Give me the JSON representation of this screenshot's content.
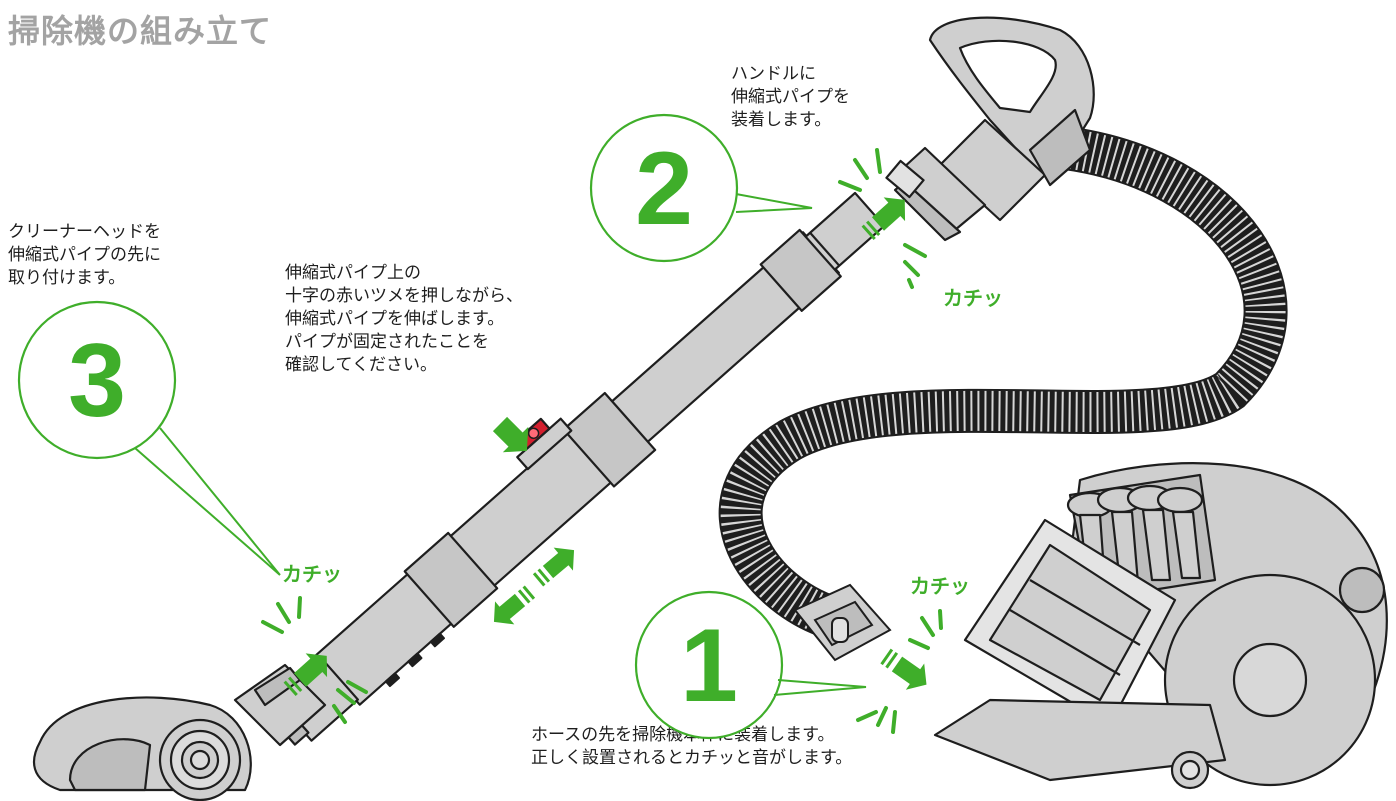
{
  "title": "掃除機の組み立て",
  "steps": [
    {
      "number": "1",
      "caption": "ホースの先を掃除機本体に装着します。\n正しく設置されるとカチッと音がします。"
    },
    {
      "number": "2",
      "caption": "ハンドルに\n伸縮式パイプを\n装着します。"
    },
    {
      "number": "3",
      "caption": "クリーナーヘッドを\n伸縮式パイプの先に\n取り付けます。"
    }
  ],
  "pipe_instruction": "伸縮式パイプ上の\n十字の赤いツメを押しながら、\n伸縮式パイプを伸ばします。\nパイプが固定されたことを\n確認してください。",
  "click_sound": "カチッ",
  "colors": {
    "accent_green": "#3fae2a",
    "title_gray": "#a3a3a3",
    "body_gray": "#cfcfcf",
    "outline": "#1e1e1e",
    "latch_red": "#d4202f"
  }
}
